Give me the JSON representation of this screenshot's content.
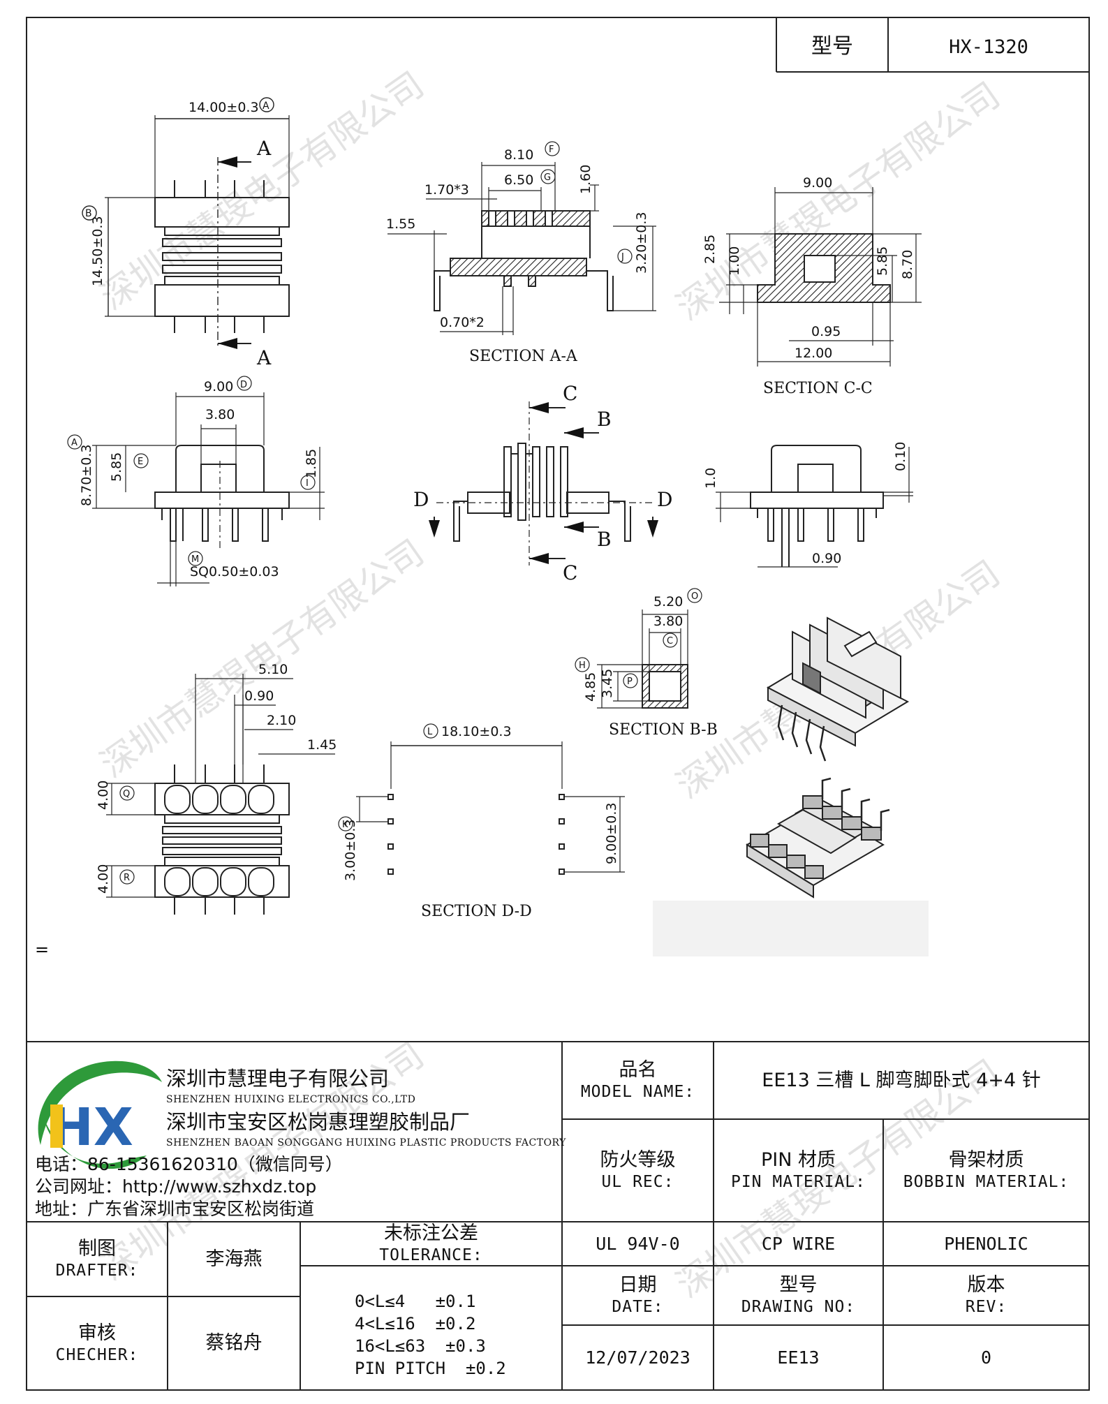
{
  "header": {
    "model_label": "型号",
    "model_value": "HX-1320"
  },
  "drawing": {
    "top_view": {
      "dim_width": "14.00±0.3",
      "bubble_width": "A",
      "dim_height": "14.50±0.3",
      "bubble_height": "B",
      "cut_label": "A"
    },
    "section_aa": {
      "title": "SECTION A-A",
      "dim_8_10": "8.10",
      "bubble_f": "F",
      "dim_6_50": "6.50",
      "bubble_g": "G",
      "dim_1_70": "1.70*3",
      "dim_1_60": "1.60",
      "dim_1_55": "1.55",
      "dim_3_20": "3.20±0.3",
      "bubble_j": "J",
      "dim_0_70": "0.70*2"
    },
    "section_cc": {
      "title": "SECTION C-C",
      "dim_9_00": "9.00",
      "dim_2_85": "2.85",
      "dim_1_00": "1.00",
      "dim_5_85": "5.85",
      "dim_8_70": "8.70",
      "dim_0_95": "0.95",
      "dim_12_00": "12.00"
    },
    "front_view": {
      "dim_9_00": "9.00",
      "bubble_d": "D",
      "dim_3_80": "3.80",
      "dim_8_70": "8.70±0.3",
      "bubble_a": "A",
      "dim_5_85": "5.85",
      "bubble_e": "E",
      "dim_1_85": "1.85",
      "bubble_i": "I",
      "dim_pin": "SQ0.50±0.03",
      "bubble_m": "M"
    },
    "center_view": {
      "label_c": "C",
      "label_b": "B",
      "label_d": "D"
    },
    "side_view": {
      "dim_1_0": "1.0",
      "dim_0_10": "0.10",
      "dim_0_90": "0.90"
    },
    "section_bb": {
      "title": "SECTION B-B",
      "dim_5_20": "5.20",
      "bubble_o": "O",
      "dim_3_80": "3.80",
      "bubble_c": "C",
      "dim_4_85": "4.85",
      "bubble_h": "H",
      "dim_3_45": "3.45",
      "bubble_p": "P"
    },
    "bottom_view": {
      "dim_5_10": "5.10",
      "dim_0_90": "0.90",
      "dim_2_10": "2.10",
      "dim_1_45": "1.45",
      "dim_4_00a": "4.00",
      "bubble_q": "Q",
      "dim_4_00b": "4.00",
      "bubble_r": "R"
    },
    "section_dd": {
      "title": "SECTION D-D",
      "dim_18_10": "18.10±0.3",
      "bubble_l": "L",
      "dim_3_00": "3.00±0.3",
      "bubble_k": "K",
      "dim_9_00": "9.00±0.3"
    },
    "watermark": "深圳市慧琝电子有限公司",
    "stray_mark": "="
  },
  "title_block": {
    "company_cn": "深圳市慧理电子有限公司",
    "company_en": "SHENZHEN HUIXING ELECTRONICS CO.,LTD",
    "factory_cn": "深圳市宝安区松岗惠理塑胶制品厂",
    "factory_en": "SHENZHEN BAOAN SONGGANG HUIXING PLASTIC PRODUCTS FACTORY",
    "phone": "电话：86-15361620310（微信同号）",
    "website": "公司网址：http://www.szhxdz.top",
    "address": "地址：广东省深圳市宝安区松岗街道",
    "model_name_cn": "品名",
    "model_name_en": "MODEL NAME:",
    "model_name_value": "EE13 三槽 L 脚弯脚卧式 4+4 针",
    "ul_cn": "防火等级",
    "ul_en": "UL REC:",
    "pin_cn": "PIN 材质",
    "pin_en": "PIN MATERIAL:",
    "bobbin_cn": "骨架材质",
    "bobbin_en": "BOBBIN MATERIAL:",
    "drafter_cn": "制图",
    "drafter_en": "DRAFTER:",
    "drafter_name": "李海燕",
    "tolerance_cn": "未标注公差",
    "tolerance_en": "TOLERANCE:",
    "ul_value": "UL 94V-0",
    "pin_value": "CP WIRE",
    "bobbin_value": "PHENOLIC",
    "checker_cn": "审核",
    "checker_en": "CHECHER:",
    "checker_name": "蔡铭舟",
    "tolerance_rows": [
      "0<L≤4   ±0.1",
      "4<L≤16  ±0.2",
      "16<L≤63  ±0.3",
      "PIN PITCH  ±0.2"
    ],
    "date_cn": "日期",
    "date_en": "DATE:",
    "drawing_no_cn": "型号",
    "drawing_no_en": "DRAWING NO:",
    "rev_cn": "版本",
    "rev_en": "REV:",
    "date_value": "12/07/2023",
    "drawing_no_value": "EE13",
    "rev_value": "0",
    "logo_text": "HX"
  },
  "colors": {
    "logo_green": "#2e9a3a",
    "logo_yellow": "#f2c21a",
    "logo_blue": "#2a66b3"
  }
}
